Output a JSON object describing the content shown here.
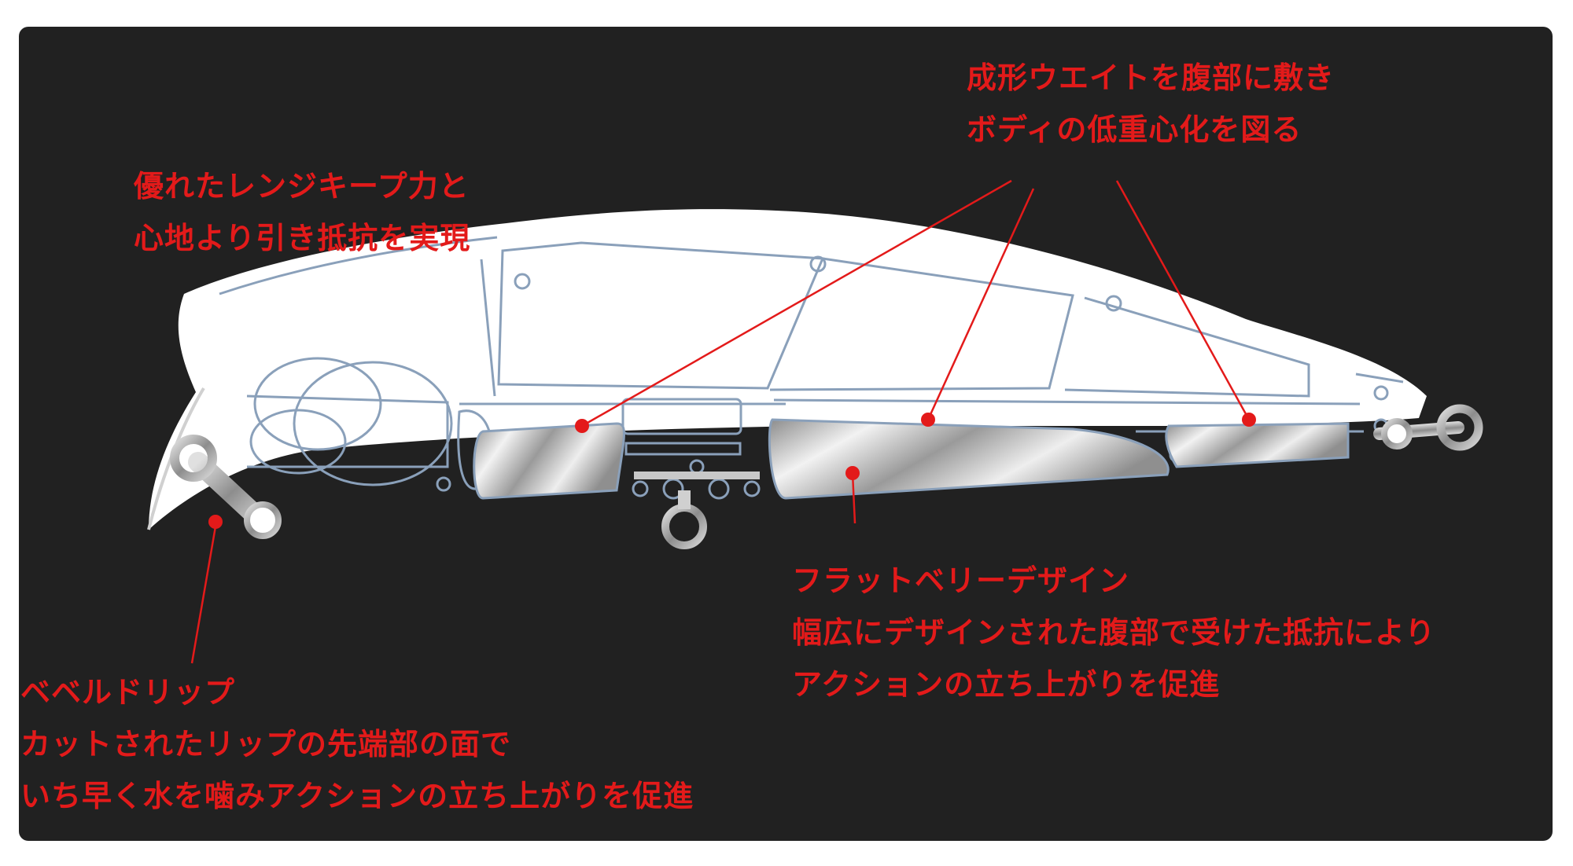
{
  "colors": {
    "background": "#212121",
    "annotation_red": "#e31a1a",
    "body_white": "#ffffff",
    "outline_blue": "#8aa0ba"
  },
  "callouts": {
    "weight": {
      "line1": "成形ウエイトを腹部に敷き",
      "line2": "ボディの低重心化を図る"
    },
    "range": {
      "line1": "優れたレンジキープ力と",
      "line2": "心地より引き抵抗を実現"
    },
    "lip": {
      "title": "ベベルドリップ",
      "line1": "カットされたリップの先端部の面で",
      "line2": "いち早く水を噛みアクションの立ち上がりを促進"
    },
    "belly": {
      "title": "フラットベリーデザイン",
      "line1": "幅広にデザインされた腹部で受けた抵抗により",
      "line2": "アクションの立ち上がりを促進"
    }
  }
}
